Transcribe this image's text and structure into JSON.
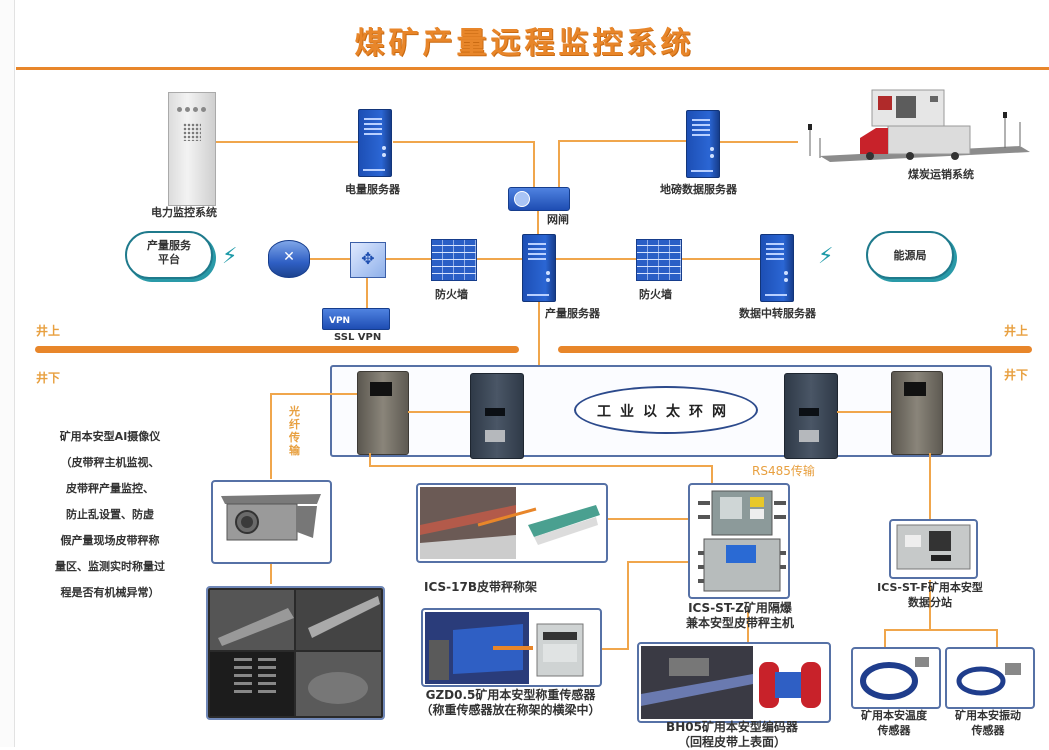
{
  "title": "煤矿产量远程监控系统",
  "zones": {
    "above_ground_left": "井上",
    "above_ground_right": "井上",
    "below_ground_left": "井下",
    "below_ground_right": "井下"
  },
  "surface_nodes": {
    "power_monitoring": "电力监控系统",
    "power_server": "电量服务器",
    "gateway": "网闸",
    "weighbridge_server": "地磅数据服务器",
    "coal_transport": "煤炭运销系统",
    "production_platform": "产量服务平台",
    "firewall_left": "防火墙",
    "ssl_vpn": "SSL VPN",
    "vpn_badge": "VPN",
    "production_server": "产量服务器",
    "firewall_right": "防火墙",
    "data_relay_server": "数据中转服务器",
    "energy_bureau": "能源局"
  },
  "underground": {
    "ring_network": "工业以太环网",
    "rs485": "RS485传输",
    "fiber": "光纤传输",
    "ai_camera_desc": [
      "矿用本安型AI摄像仪",
      "（皮带秤主机监视、",
      "皮带秤产量监控、",
      "防止乱设置、防虚",
      "假产量现场皮带秤称",
      "量区、监测实时称量过",
      "程是否有机械异常）"
    ],
    "weigh_frame": "ICS-17B皮带秤称架",
    "main_unit": [
      "ICS-ST-Z矿用隔爆",
      "兼本安型皮带秤主机"
    ],
    "load_cell": [
      "GZD0.5矿用本安型称重传感器",
      "（称重传感器放在称架的横梁中）"
    ],
    "encoder": [
      "BH05矿用本安型编码器",
      "（回程皮带上表面）"
    ],
    "substation": [
      "ICS-ST-F矿用本安型",
      "数据分站"
    ],
    "temp_sensor": [
      "矿用本安温度",
      "传感器"
    ],
    "vibration_sensor": [
      "矿用本安振动",
      "传感器"
    ]
  },
  "colors": {
    "accent": "#e8862a",
    "link_line": "#f0a64c",
    "device_blue": "#2b66d4",
    "frame_border": "#5671a6"
  }
}
